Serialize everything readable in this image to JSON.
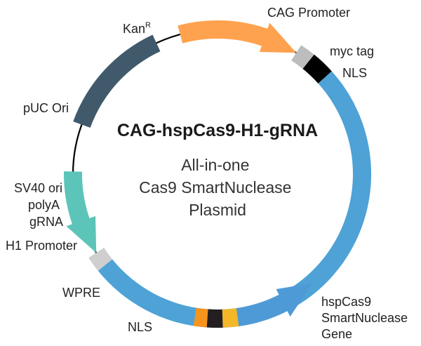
{
  "title": "CAG-hspCas9-H1-gRNA",
  "subtitle_lines": [
    "All-in-one",
    "Cas9 SmartNuclease",
    "Plasmid"
  ],
  "features": [
    {
      "id": "kan",
      "label": "Kan",
      "superscript": "R",
      "color": "#405a6b"
    },
    {
      "id": "cag",
      "label": "CAG Promoter",
      "color": "#ffa24f"
    },
    {
      "id": "myc",
      "label": "myc tag",
      "color": "#bdbdbd"
    },
    {
      "id": "nls1",
      "label": "NLS",
      "color": "#000000"
    },
    {
      "id": "cas9",
      "label_lines": [
        "hspCas9",
        "SmartNuclease",
        "Gene"
      ],
      "color": "#4ea2d6"
    },
    {
      "id": "nls2",
      "label": "NLS",
      "color": "#cfcfcf"
    },
    {
      "id": "wpre",
      "label": "WPRE",
      "color": "#5cc4b9"
    },
    {
      "id": "h1",
      "label": "H1 Promoter",
      "color": "#4e9ad6"
    },
    {
      "id": "grna",
      "label": "gRNA",
      "color": "#f4b728"
    },
    {
      "id": "polya",
      "label": "polyA",
      "color": "#231f20"
    },
    {
      "id": "sv40",
      "label": "SV40 ori",
      "color": "#f7941d"
    },
    {
      "id": "puc",
      "label": "pUC Ori",
      "color": "#6dcff6"
    }
  ],
  "backbone_color": "#000000"
}
